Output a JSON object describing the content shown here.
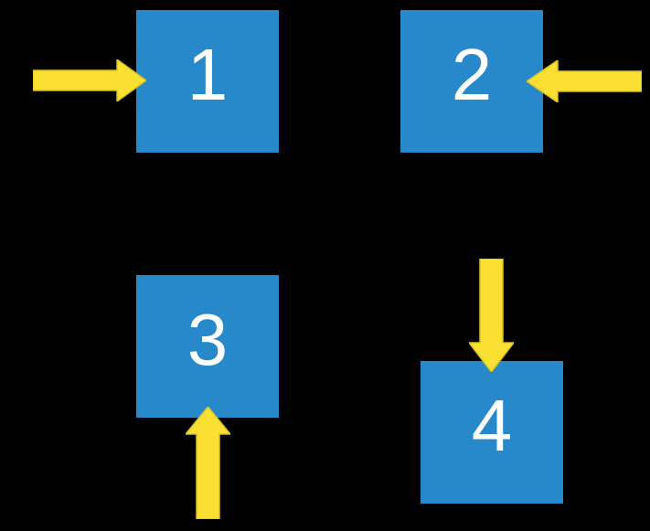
{
  "title": "Numbered squares with directional arrows",
  "colors": {
    "background": "#000000",
    "square": "#2789C9",
    "arrow": "#F9E032",
    "arrow_outline": "#D9C125",
    "label": "#FFFFFF"
  },
  "items": [
    {
      "label": "1",
      "arrow_icon": "arrow-right-icon",
      "arrow_points_at": "left-side"
    },
    {
      "label": "2",
      "arrow_icon": "arrow-left-icon",
      "arrow_points_at": "right-side"
    },
    {
      "label": "3",
      "arrow_icon": "arrow-up-icon",
      "arrow_points_at": "bottom-side"
    },
    {
      "label": "4",
      "arrow_icon": "arrow-down-icon",
      "arrow_points_at": "top-side"
    }
  ]
}
